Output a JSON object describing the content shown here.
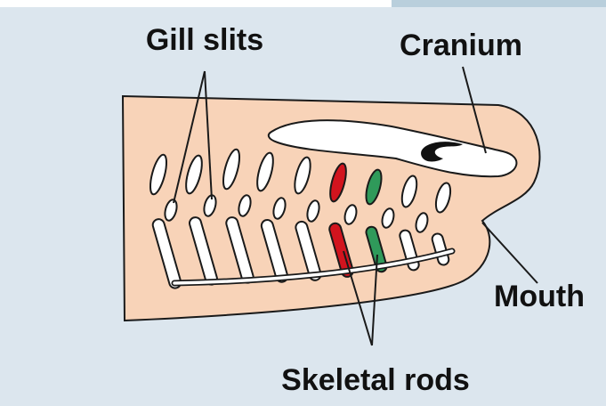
{
  "diagram": {
    "labels": {
      "gill_slits": "Gill slits",
      "cranium": "Cranium",
      "mouth": "Mouth",
      "skeletal_rods": "Skeletal rods"
    },
    "colors": {
      "background": "#dce6ee",
      "header_strip": "#ffffff",
      "header_tab": "#b9cfdc",
      "body": "#f8d3b8",
      "cranium": "#ffffff",
      "outline": "#1a1a1a",
      "highlight_rod_red": "#d2141e",
      "highlight_rod_green": "#2f9a5a"
    }
  }
}
